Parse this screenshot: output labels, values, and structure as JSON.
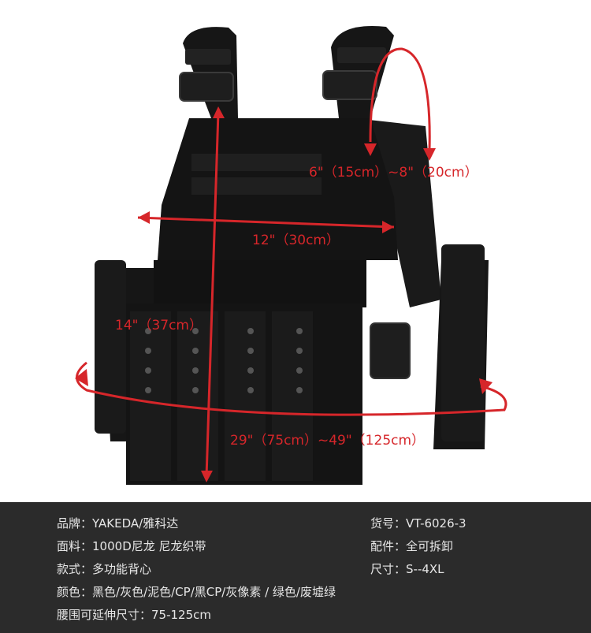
{
  "dimensions": {
    "shoulder": "6\"（15cm）~8\"（20cm）",
    "width": "12\"（30cm）",
    "height": "14\"（37cm）",
    "waist": "29\"（75cm）~49\"（125cm）"
  },
  "specs": {
    "brand_label": "品牌：",
    "brand_value": "YAKEDA/雅科达",
    "item_no_label": "货号：",
    "item_no_value": "VT-6026-3",
    "fabric_label": "面料：",
    "fabric_value": "1000D尼龙 尼龙织带",
    "parts_label": "配件：",
    "parts_value": "全可拆卸",
    "style_label": "款式：",
    "style_value": "多功能背心",
    "size_label": "尺寸：",
    "size_value": "S--4XL",
    "color_label": "颜色：",
    "color_value": "黑色/灰色/泥色/CP/黑CP/灰像素 / 绿色/废墟绿",
    "waist_label": "腰围可延伸尺寸：",
    "waist_value": "75-125cm"
  },
  "colors": {
    "accent": "#d6262a",
    "spec_bg": "#2b2b2b",
    "vest": "#141414"
  },
  "icons": [
    "tactical-vest-image"
  ]
}
